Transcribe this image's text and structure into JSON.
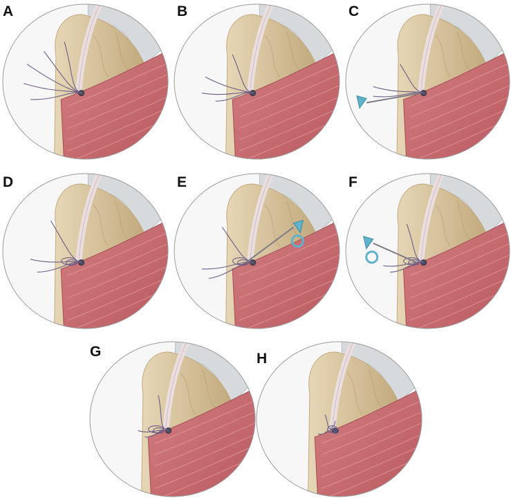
{
  "panels": [
    {
      "label": "A",
      "step": "anchor-sutures",
      "instrument": "none"
    },
    {
      "label": "B",
      "step": "sutures-passed",
      "instrument": "none"
    },
    {
      "label": "C",
      "step": "retrieval",
      "instrument": "grasper-left"
    },
    {
      "label": "D",
      "step": "loop-formed",
      "instrument": "none"
    },
    {
      "label": "E",
      "step": "knot-tying",
      "instrument": "grasper-right"
    },
    {
      "label": "F",
      "step": "knot-advance",
      "instrument": "grasper-left-ring"
    },
    {
      "label": "G",
      "step": "knot-secured",
      "instrument": "none"
    },
    {
      "label": "H",
      "step": "final-repair",
      "instrument": "none"
    }
  ],
  "colors": {
    "bone": "#d9c5a0",
    "bone_shadow": "#c2a97d",
    "cartilage": "#d6dadc",
    "muscle": "#d27f82",
    "muscle_dark": "#b9585f",
    "tendon": "#eadfe0",
    "suture": "#6c5c86",
    "instrument": "#5fb2cc",
    "outline": "#9a9a9a"
  }
}
